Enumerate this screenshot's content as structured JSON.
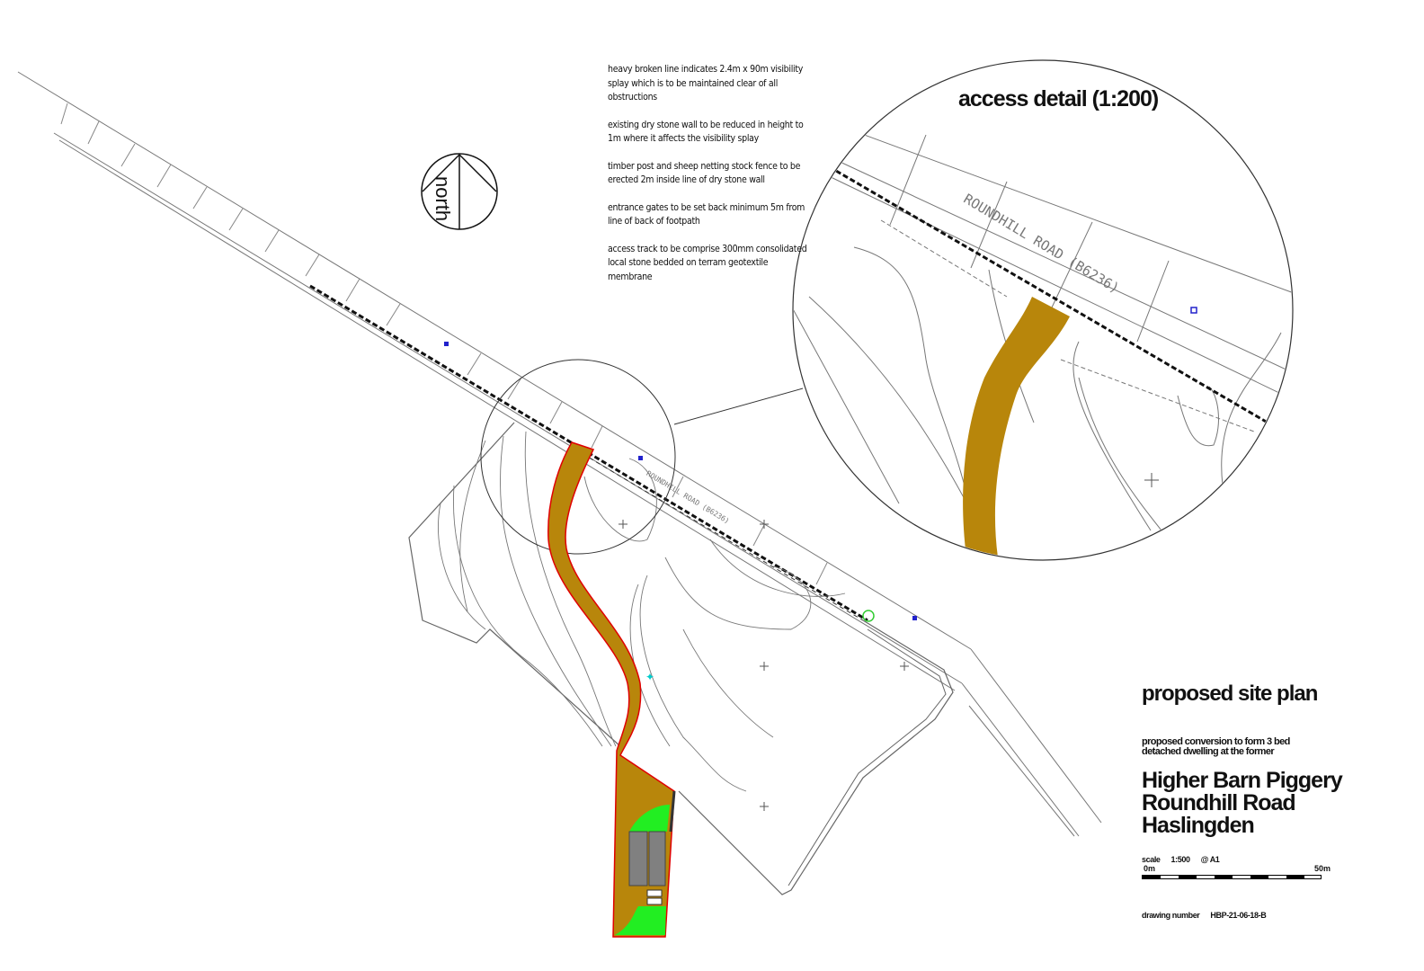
{
  "notes": [
    "heavy broken line indicates 2.4m x 90m visibility splay which is to be maintained clear of all obstructions",
    "existing dry stone wall to be reduced in height to 1m where it affects the visibility splay",
    "timber post and sheep netting stock fence to be erected 2m inside line of dry stone wall",
    "entrance gates to be set back minimum 5m from line of back of footpath",
    "access track to be comprise 300mm consolidated local stone bedded on terram geotextile membrane"
  ],
  "north_label": "north",
  "detail": {
    "title": "access detail (1:200)",
    "road_label": "ROUNDHILL ROAD (B6236)"
  },
  "plan": {
    "road_label": "ROUNDHILL ROAD (B6236)"
  },
  "title_block": {
    "title": "proposed site plan",
    "description": "proposed conversion to form 3 bed detached dwelling at the former",
    "name_line1": "Higher Barn Piggery",
    "name_line2": "Roundhill Road",
    "name_line3": "Haslingden",
    "scale_label": "scale",
    "scale_value": "1:500",
    "scale_sheet": "@ A1",
    "scalebar_start": "0m",
    "scalebar_end": "50m",
    "drawing_number_label": "drawing number",
    "drawing_number": "HBP-21-06-18-B"
  },
  "colors": {
    "track": "#b8860b",
    "boundary": "#e00000",
    "garden": "#22ee22",
    "building": "#808080",
    "linework": "#666666"
  }
}
